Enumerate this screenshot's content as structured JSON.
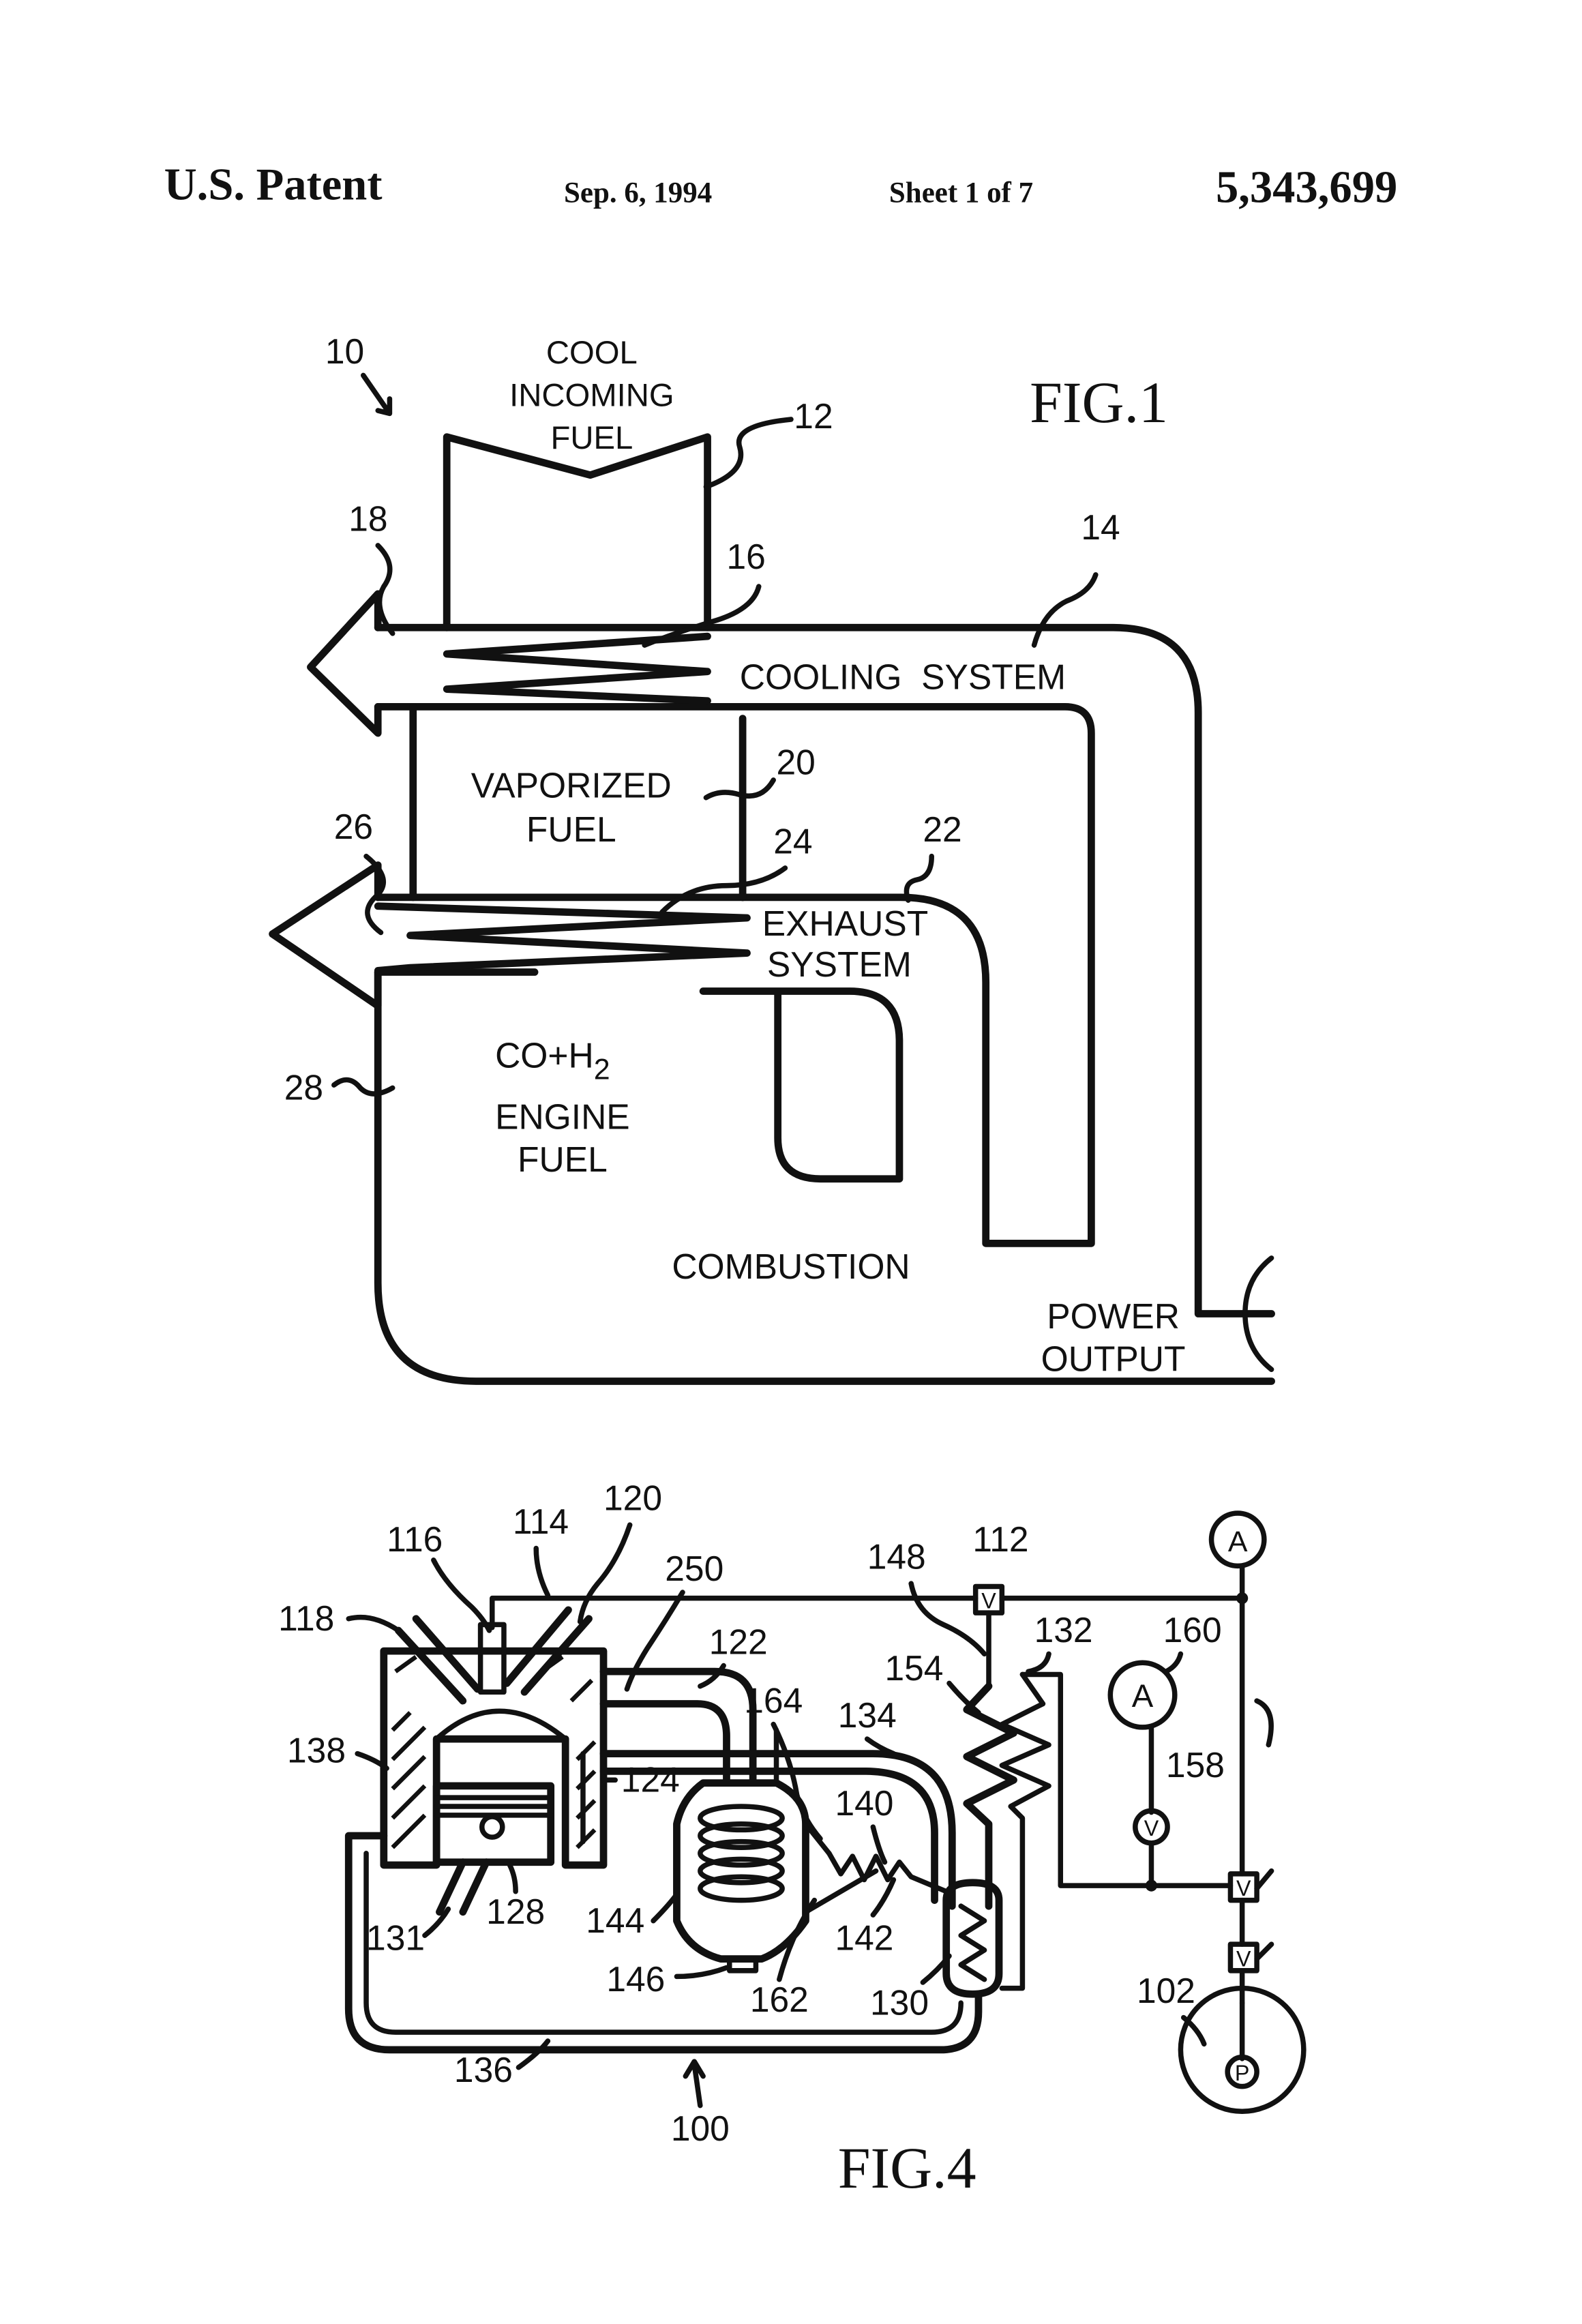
{
  "header": {
    "left": "U.S. Patent",
    "date": "Sep. 6, 1994",
    "sheet": "Sheet 1 of 7",
    "number": "5,343,699"
  },
  "fig1": {
    "title": "FIG.1",
    "labels": {
      "cool_incoming_fuel": [
        "COOL",
        "INCOMING",
        "FUEL"
      ],
      "cooling_system": "COOLING  SYSTEM",
      "vaporized_fuel": [
        "VAPORIZED",
        "FUEL"
      ],
      "exhaust_system": [
        "EXHAUST",
        "SYSTEM"
      ],
      "engine_fuel_formula": "CO+H",
      "engine_fuel_subscript": "2",
      "engine_fuel": [
        "ENGINE",
        "FUEL"
      ],
      "combustion": "COMBUSTION",
      "power_output": [
        "POWER",
        "OUTPUT"
      ]
    },
    "refs": {
      "r10": "10",
      "r12": "12",
      "r14": "14",
      "r16": "16",
      "r18": "18",
      "r20": "20",
      "r22": "22",
      "r24": "24",
      "r26": "26",
      "r28": "28"
    }
  },
  "fig4": {
    "title": "FIG.4",
    "refs": {
      "r100": "100",
      "r102": "102",
      "r112": "112",
      "r114": "114",
      "r116": "116",
      "r118": "118",
      "r120": "120",
      "r122": "122",
      "r124": "124",
      "r128": "128",
      "r130": "130",
      "r131": "131",
      "r132": "132",
      "r134": "134",
      "r136": "136",
      "r138": "138",
      "r140": "140",
      "r142": "142",
      "r144": "144",
      "r146": "146",
      "r148": "148",
      "r154": "154",
      "r158": "158",
      "r160": "160",
      "r162": "162",
      "r164": "164",
      "r250": "250"
    },
    "symbols": {
      "ammeter": "A",
      "voltmeter": "V",
      "valve": "V",
      "pump": "P"
    }
  }
}
